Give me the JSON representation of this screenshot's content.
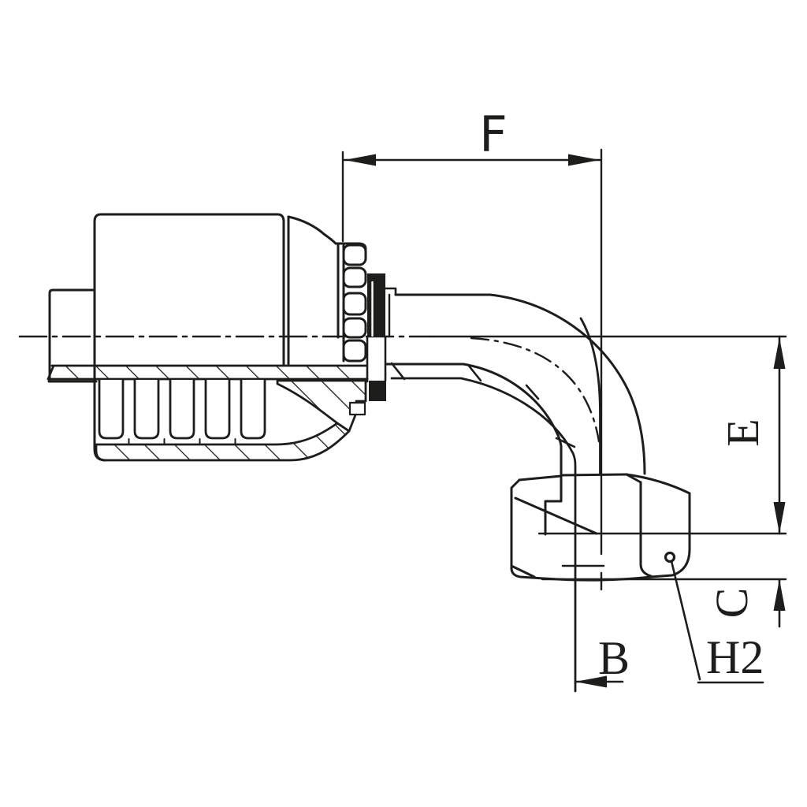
{
  "drawing": {
    "title": "90 degree elbow hose fitting - dimensioned technical drawing",
    "type": "engineering-line-drawing",
    "colors": {
      "line": "#1d1d1b",
      "background": "#ffffff"
    },
    "dimensions": {
      "f_label": "F",
      "e_label": "E",
      "c_label": "C",
      "b_label": "B",
      "h2_label": "H2"
    }
  }
}
